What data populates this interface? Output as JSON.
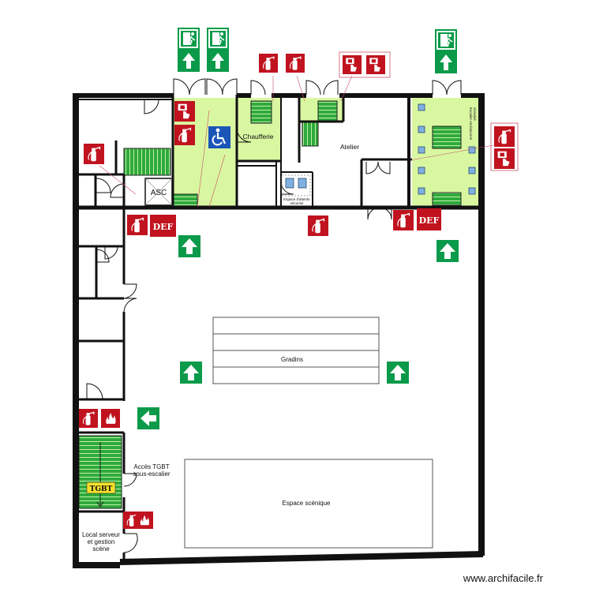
{
  "rooms": {
    "chaufferie": "Chaufferie",
    "atelier": "Atelier",
    "asc": "ASC",
    "gradins": "Gradins",
    "espace_scenique": "Espace scénique",
    "espace_attente": [
      "Espace d'attente",
      "sécurisé"
    ],
    "acces_tgbt": [
      "Accès TGBT",
      "sous-escalier"
    ],
    "local_serveur": [
      "Local serveur",
      "et gestion",
      "scène"
    ],
    "escalier_vertical": [
      "Escalier encloisonné",
      "sécurisé"
    ]
  },
  "badges": {
    "def": "DEF",
    "tgbt": "TGBT"
  },
  "icons": {
    "exit": "emergency-exit-running-man-icon",
    "arrow": "evacuation-arrow-icon",
    "extinguisher": "fire-extinguisher-icon",
    "alarm": "fire-alarm-button-icon",
    "wheelchair": "wheelchair-accessibility-icon"
  },
  "colors": {
    "wall": "#111111",
    "safe_zone": "#d9f7a1",
    "stairs": "#2faa3c",
    "exit_green": "#0a9a4a",
    "fire_red": "#c0131f",
    "tgbt_yellow": "#f7e02a",
    "access_blue": "#1b55b8"
  },
  "footer": {
    "watermark": "www.archifacile.fr"
  }
}
